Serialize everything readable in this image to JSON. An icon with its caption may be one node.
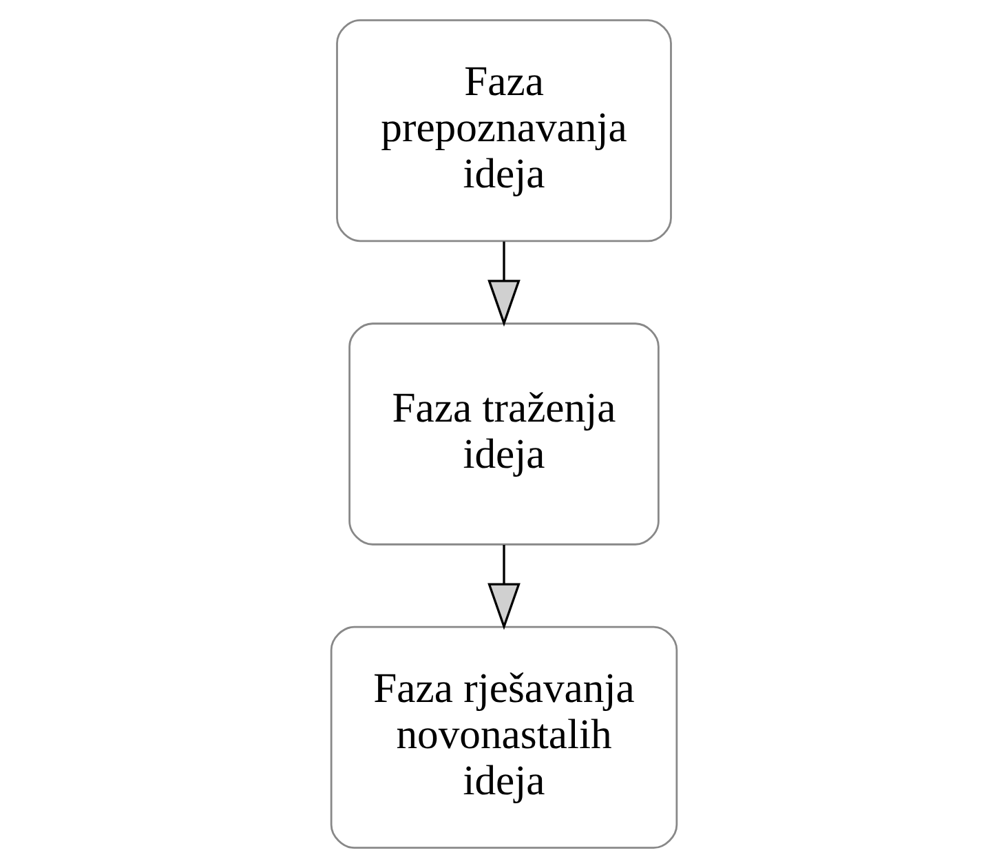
{
  "diagram": {
    "nodes": [
      {
        "text": [
          "Faza prepoznavanja ideja"
        ]
      },
      {
        "text": [
          "Faza traženja ideja"
        ]
      },
      {
        "text": [
          "Faza rješavanja novonastalih ideja"
        ]
      }
    ],
    "edges": [
      {
        "from": 0,
        "to": 1,
        "arrow": "to"
      },
      {
        "from": 1,
        "to": 2,
        "arrow": "to"
      }
    ]
  }
}
